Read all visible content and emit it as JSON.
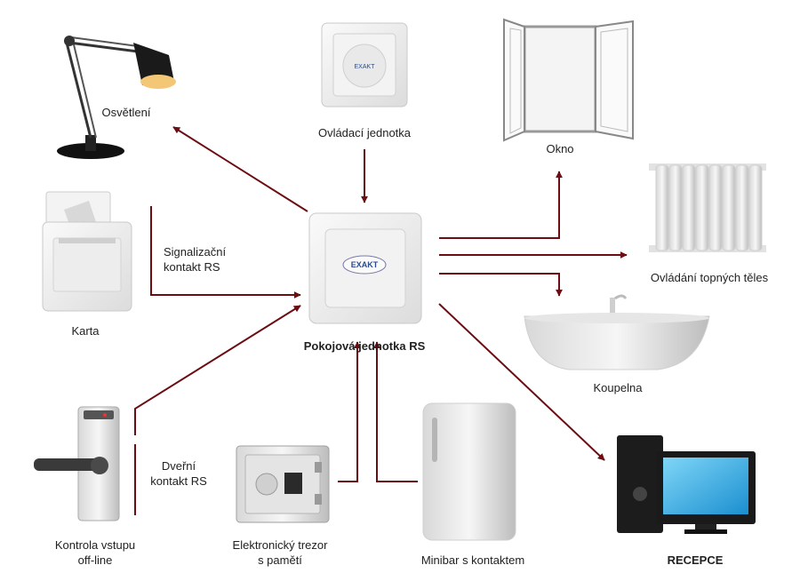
{
  "nodes": {
    "lamp": "Osvětlení",
    "control_unit": "Ovládací jednotka",
    "window": "Okno",
    "heating": "Ovládání topných těles",
    "card": "Karta",
    "room_unit": "Pokojová jednotka RS",
    "bathroom": "Koupelna",
    "access": [
      "Kontrola vstupu",
      "off-line"
    ],
    "safe": [
      "Elektronický trezor",
      "s pamětí"
    ],
    "minibar": "Minibar s kontaktem",
    "reception": "RECEPCE"
  },
  "edges": {
    "signal_contact": [
      "Signalizační",
      "kontakt RS"
    ],
    "door_contact": [
      "Dveřní",
      "kontakt RS"
    ]
  },
  "logo_text": "EXAKT",
  "colors": {
    "arrow": "#6b0d12",
    "device": "#eeeeee",
    "device_edge": "#c9c9c9"
  }
}
